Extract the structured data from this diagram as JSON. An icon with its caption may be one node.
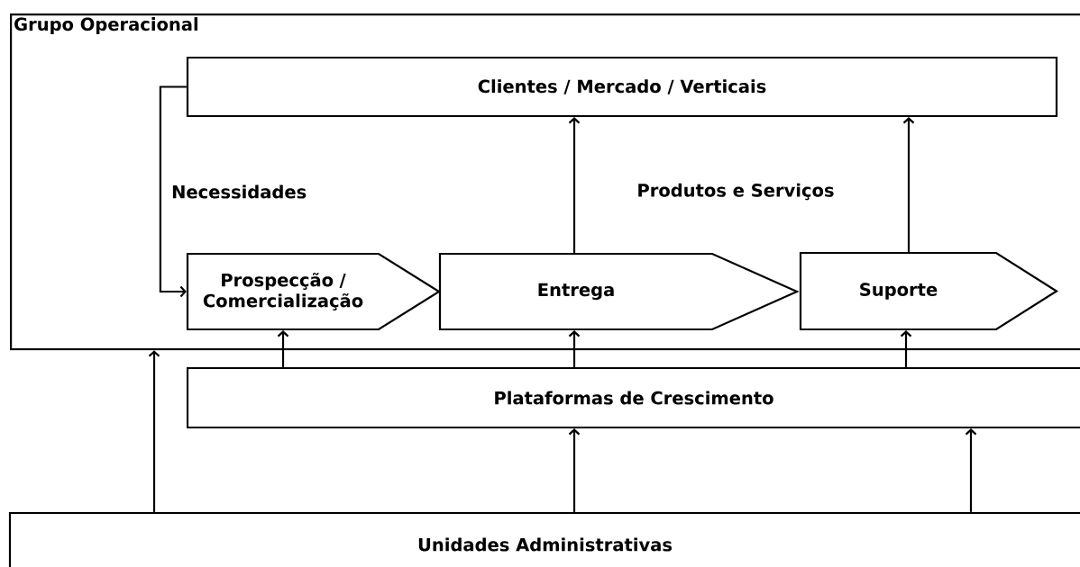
{
  "diagram": {
    "nodes": [
      {
        "text": [
          "Grupo Operacional"
        ]
      },
      {
        "text": [
          "Clientes / Mercado / Verticais"
        ],
        "in": 0
      },
      {
        "text": [
          "Prospecção / Comercialização"
        ],
        "in": 0
      },
      {
        "text": [
          "Entrega"
        ],
        "in": 0
      },
      {
        "text": [
          "Suporte"
        ],
        "in": 0
      },
      {
        "text": [
          "Plataformas de Crescimento"
        ]
      },
      {
        "text": [
          "Unidades Administrativas"
        ]
      }
    ],
    "edges": [
      {
        "from": 1,
        "to": 2,
        "arrow": "to",
        "label": "Necessidades"
      },
      {
        "from": 3,
        "to": 1,
        "arrow": "to"
      },
      {
        "from": 4,
        "to": 1,
        "arrow": "to"
      },
      {
        "from": 5,
        "to": 2,
        "arrow": "to"
      },
      {
        "from": 5,
        "to": 3,
        "arrow": "to"
      },
      {
        "from": 5,
        "to": 4,
        "arrow": "to"
      },
      {
        "from": 6,
        "to": 0,
        "arrow": "to"
      },
      {
        "from": 6,
        "to": 5,
        "arrow": "to"
      },
      {
        "from": 6,
        "to": 5,
        "arrow": "to"
      }
    ],
    "labels": [
      "Produtos e Serviços"
    ]
  }
}
